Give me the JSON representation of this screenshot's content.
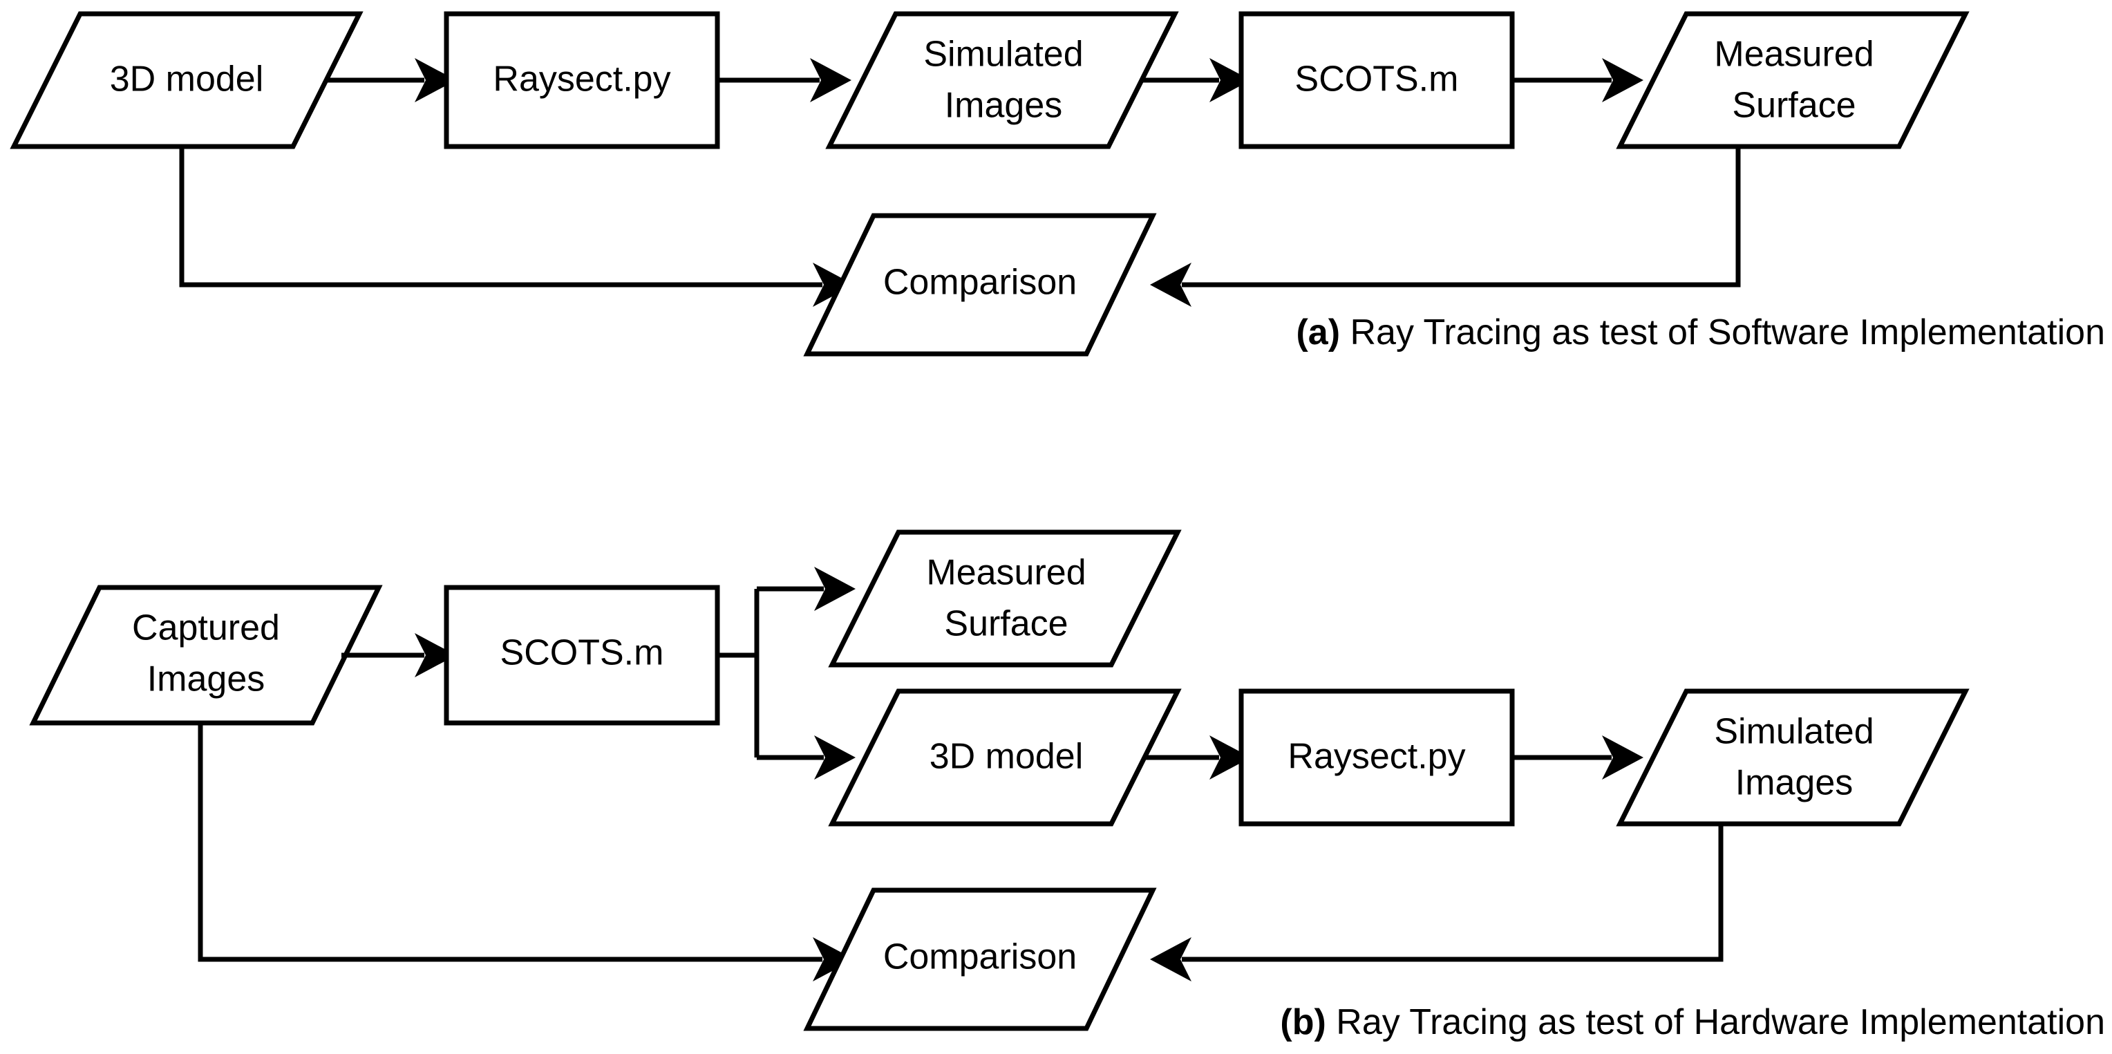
{
  "figure": {
    "panels": [
      {
        "id": "panel-a",
        "caption_tag": "(a)",
        "caption_text": " Ray Tracing as test of Software Implementation",
        "nodes": [
          {
            "id": "a-3d-model",
            "label": "3D model",
            "shape": "parallelogram"
          },
          {
            "id": "a-raysect",
            "label": "Raysect.py",
            "shape": "rectangle"
          },
          {
            "id": "a-simulated-l1",
            "label": "Simulated",
            "label2": "Images",
            "shape": "parallelogram"
          },
          {
            "id": "a-scots",
            "label": "SCOTS.m",
            "shape": "rectangle"
          },
          {
            "id": "a-measured-l1",
            "label": "Measured",
            "label2": "Surface",
            "shape": "parallelogram"
          },
          {
            "id": "a-comparison",
            "label": "Comparison",
            "shape": "parallelogram"
          }
        ]
      },
      {
        "id": "panel-b",
        "caption_tag": "(b)",
        "caption_text": " Ray Tracing as test of Hardware Implementation",
        "nodes": [
          {
            "id": "b-captured-l1",
            "label": "Captured",
            "label2": "Images",
            "shape": "parallelogram"
          },
          {
            "id": "b-scots",
            "label": "SCOTS.m",
            "shape": "rectangle"
          },
          {
            "id": "b-measured-l1",
            "label": "Measured",
            "label2": "Surface",
            "shape": "parallelogram"
          },
          {
            "id": "b-3d-model",
            "label": "3D model",
            "shape": "parallelogram"
          },
          {
            "id": "b-raysect",
            "label": "Raysect.py",
            "shape": "rectangle"
          },
          {
            "id": "b-simulated-l1",
            "label": "Simulated",
            "label2": "Images",
            "shape": "parallelogram"
          },
          {
            "id": "b-comparison",
            "label": "Comparison",
            "shape": "parallelogram"
          }
        ]
      }
    ],
    "colors": {
      "stroke": "#000000",
      "fill": "#ffffff",
      "text": "#000000"
    }
  },
  "labels": {
    "three_d_model": "3D model",
    "raysect": "Raysect.py",
    "simulated_line1": "Simulated",
    "simulated_line2": "Images",
    "scots": "SCOTS.m",
    "measured_line1": "Measured",
    "measured_line2": "Surface",
    "comparison": "Comparison",
    "captured_line1": "Captured",
    "captured_line2": "Images"
  },
  "captions": {
    "a_tag": "(a)",
    "a_body": " Ray Tracing as test of Software Implementation",
    "b_tag": "(b)",
    "b_body": " Ray Tracing as test of Hardware Implementation"
  }
}
